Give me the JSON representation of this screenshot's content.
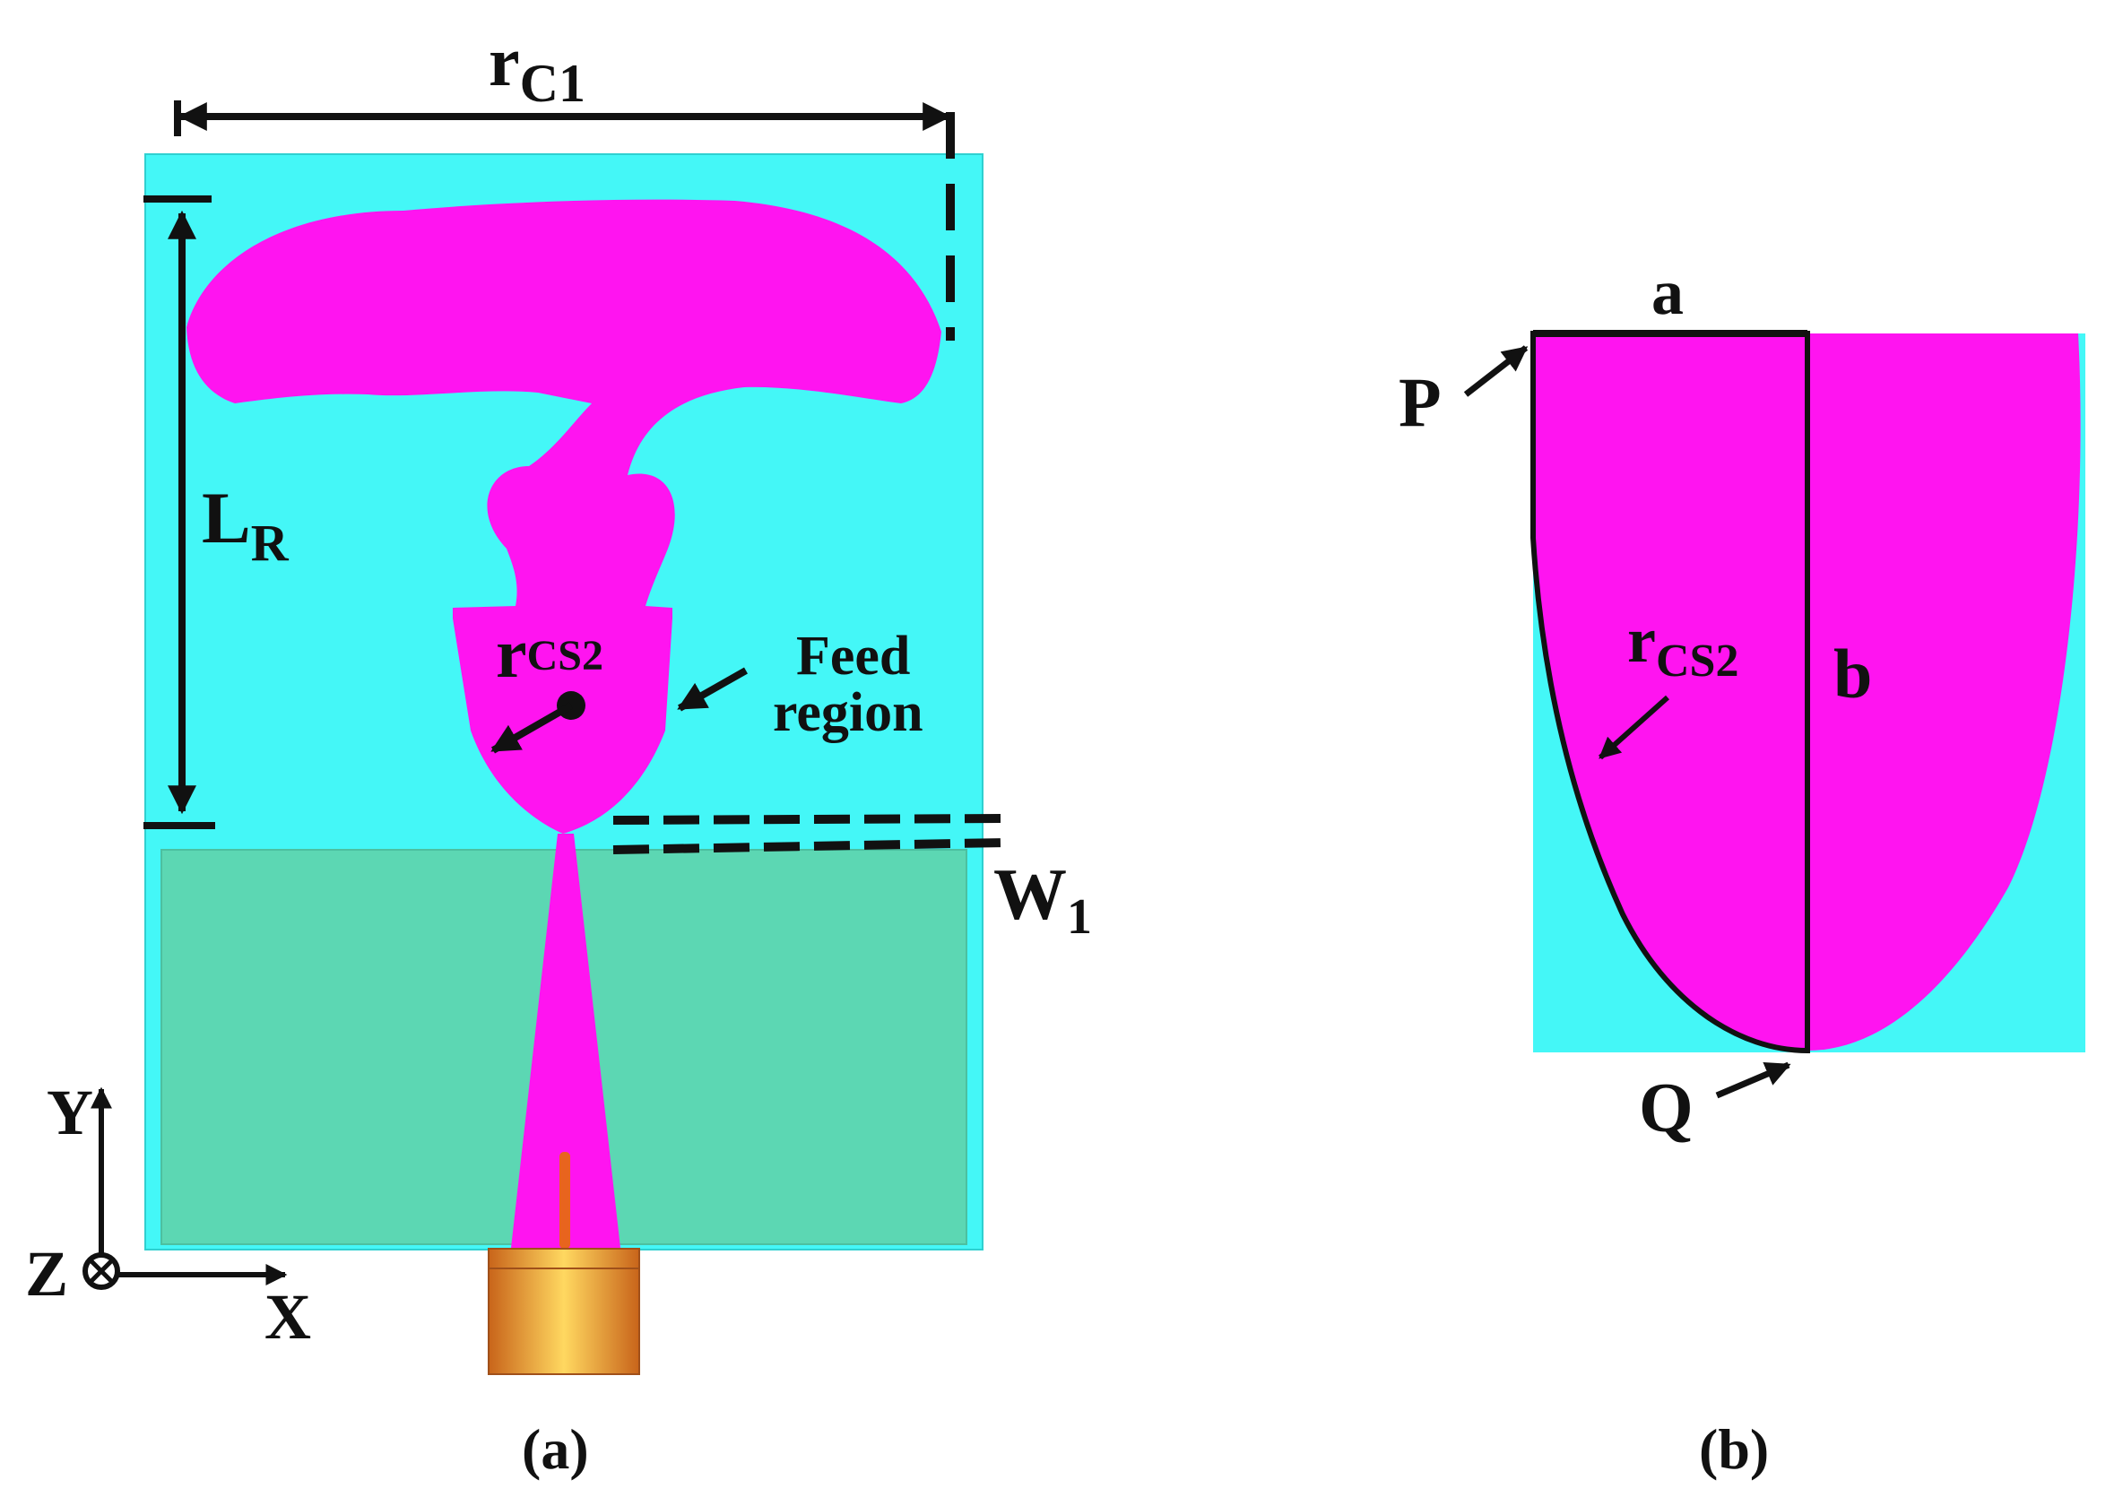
{
  "colors": {
    "substrate": "#44f7f7",
    "patch": "#ff14f0",
    "ground": "#5cd7b3",
    "connector": "#e08a2a",
    "feed_pin": "#e8641e",
    "ink": "#111111"
  },
  "panel_a": {
    "caption": "(a)",
    "labels": {
      "rc1_main": "r",
      "rc1_sub": "C1",
      "lr_main": "L",
      "lr_sub": "R",
      "rcs2_main": "r",
      "rcs2_sub": "CS2",
      "feed_line1": "Feed",
      "feed_line2": "region",
      "w1_main": "W",
      "w1_sub": "1"
    },
    "axes": {
      "y": "Y",
      "x": "X",
      "z": "Z"
    }
  },
  "panel_b": {
    "caption": "(b)",
    "labels": {
      "a": "a",
      "b": "b",
      "p": "P",
      "q": "Q",
      "rcs2_main": "r",
      "rcs2_sub": "CS2"
    }
  }
}
